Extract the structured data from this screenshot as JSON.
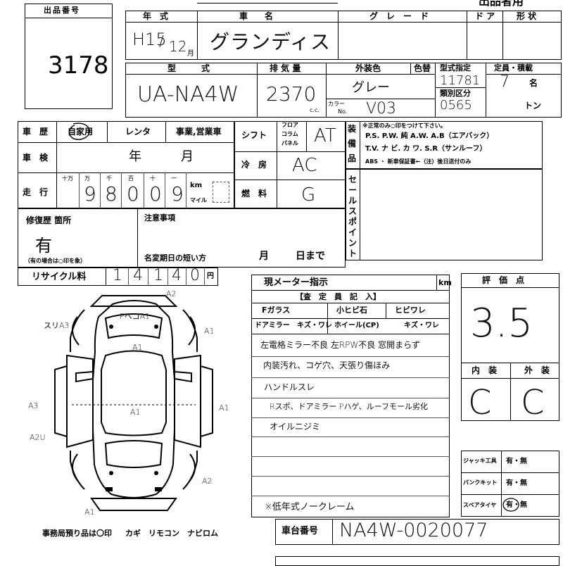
{
  "header": {
    "top_title": "出品者用"
  },
  "lot": {
    "label": "出品番号",
    "number": "3178"
  },
  "vehicle": {
    "year_label": "年　式",
    "year_era": "H15",
    "month": "12",
    "month_unit": "月",
    "name_label": "車　　名",
    "name": "グランディス",
    "grade_label": "グ　レ　ー　ド",
    "doors_label": "ド ア",
    "body_label": "形 状",
    "model_label": "型　　　式",
    "model": "UA-NA4W",
    "displacement_label": "排 気 量",
    "displacement": "2370",
    "cc": "c.c.",
    "color_label": "外装色",
    "color_code_label": "色替",
    "color": "グレー",
    "color_no_label": "カラー",
    "color_no_sub": "No.",
    "color_no": "V03",
    "type_label": "型式指定",
    "type_number": "11781",
    "class_label": "類別区分",
    "class_number": "0565",
    "capacity_label": "定員・積載",
    "capacity": "7",
    "capacity_unit": "名",
    "load_unit": "トン"
  },
  "history": {
    "label": "車　歴",
    "private": "自家用",
    "rental": "レンタ",
    "business": "事業,営業車"
  },
  "inspection": {
    "label": "車　検",
    "year": "年",
    "month": "月"
  },
  "mileage": {
    "label": "走　行",
    "place_labels": [
      "十万",
      "万",
      "千",
      "百",
      "十",
      "一"
    ],
    "digits": [
      "9",
      "8",
      "0",
      "0",
      "9"
    ],
    "unit_km": "km",
    "unit_mile": "マイル"
  },
  "shift": {
    "label": "シフト",
    "options": [
      "フロア",
      "コラム",
      "パネル"
    ],
    "value": "AT"
  },
  "aircon": {
    "label": "冷　房",
    "value": "AC"
  },
  "fuel": {
    "label": "燃　料",
    "value": "G"
  },
  "equipment": {
    "label_chars": [
      "装",
      "備",
      "品"
    ],
    "note": "※正常のみ○印をつけて下さい。",
    "line1": "P.S. P.W. 純 A.W. A.B（エアバック）",
    "line2": "T.V. ナ ビ. カ ワ. S.R（サンルーフ）",
    "line3": "ABS ・ 新車保証書←（注）後日送付のみ"
  },
  "selling_point_chars": [
    "セ",
    "ー",
    "ル",
    "ス",
    "ポ",
    "イ",
    "ン",
    "ト"
  ],
  "repair": {
    "label": "修復歴 箇所",
    "value": "有",
    "note": "（有の場合は○印を象）"
  },
  "notes": {
    "label": "注意事項",
    "name_change": "名変期日の短い方",
    "month": "月",
    "day": "日まで"
  },
  "recycle": {
    "label": "リサイクル料",
    "digits": [
      "1",
      "4",
      "1",
      "4",
      "0"
    ],
    "unit": "円"
  },
  "diagram_marks": {
    "m1": "A2",
    "m2": "PヘコA1",
    "m3": "スリA3",
    "m4": "A1",
    "m5": "A1",
    "m6": "A1",
    "m7": "A3",
    "m8": "A1",
    "m9": "A2U",
    "m10": "A2",
    "m11": "A1"
  },
  "meter": {
    "label": "現メーター指示",
    "unit": "km"
  },
  "inspector": {
    "header": "【査　定　員　記　入】",
    "fglass_label": "Fガラス",
    "fglass_value": "小ヒビ石",
    "fglass_right": "ヒビワレ",
    "mirror_label": "ドアミラー",
    "mirror_value": "キズ・ワレ",
    "wheel_label": "ホイール(CP)",
    "wheel_value": "キズ・ワレ"
  },
  "comments": [
    "左電格ミラー不良 左RPW不良 窓開まらず",
    "内装汚れ、コゲ穴、天張り傷ほみ",
    "ハンドルスレ",
    "Rスポ、ドアミラー Pハゲ、ルーフモール劣化",
    "オイルニジミ",
    "",
    "",
    "",
    "※低年式ノークレーム"
  ],
  "rating": {
    "label": "評　価　点",
    "score": "3.5"
  },
  "interior": {
    "label": "内　装",
    "value": "C"
  },
  "exterior": {
    "label": "外　装",
    "value": "C"
  },
  "tools": {
    "jack_label": "ジャッキ工具",
    "jack_value": "有・無",
    "puncture_label": "パンクキット",
    "puncture_value": "有・無",
    "spare_label": "スペアタイヤ",
    "spare_value": "有・無"
  },
  "chassis": {
    "label": "車台番号",
    "value": "NA4W-0020077"
  },
  "office": {
    "text": "事務局預り品は〇印",
    "items": "カギ　リモコン　ナビロム"
  }
}
